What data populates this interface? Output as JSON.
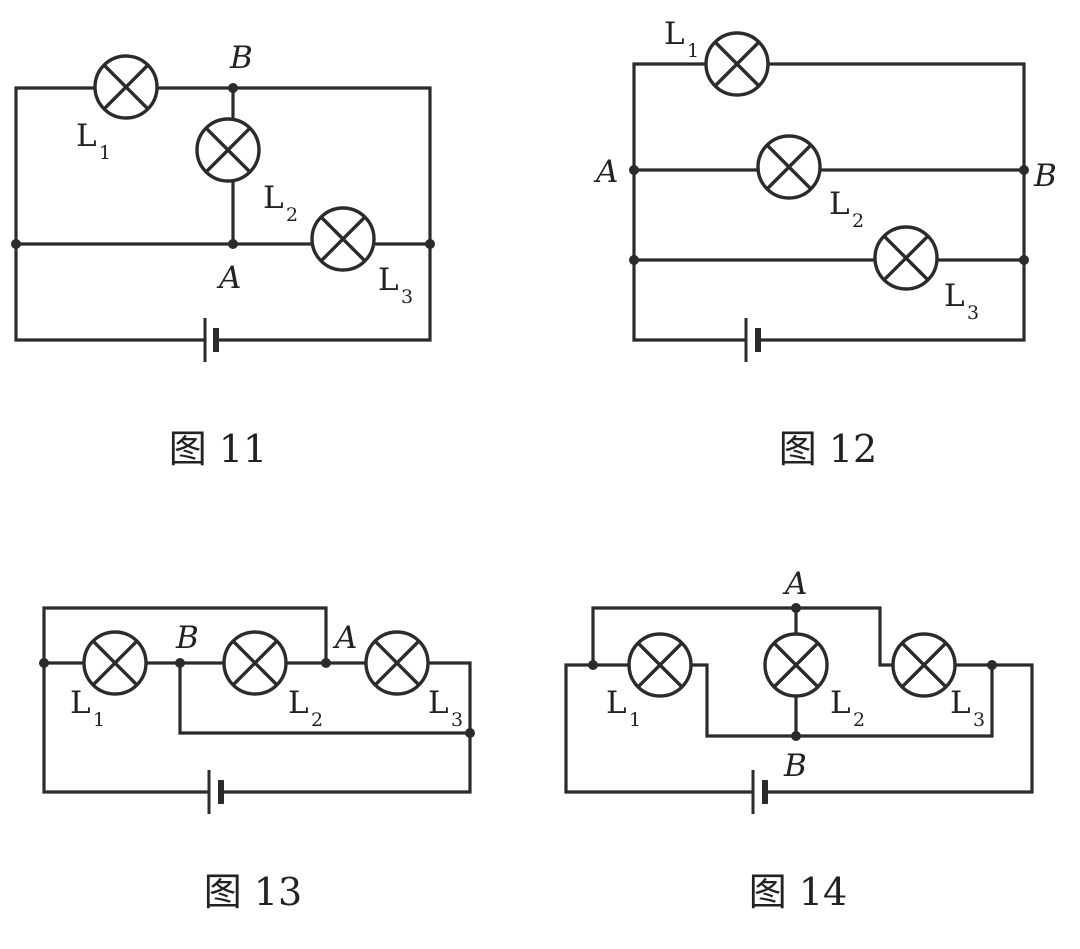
{
  "figures": [
    {
      "id": "fig11",
      "caption": "图 11",
      "lamps": [
        {
          "letter": "L",
          "sub": "1"
        },
        {
          "letter": "L",
          "sub": "2"
        },
        {
          "letter": "L",
          "sub": "3"
        }
      ],
      "nodes": [
        "B",
        "A"
      ]
    },
    {
      "id": "fig12",
      "caption": "图 12",
      "lamps": [
        {
          "letter": "L",
          "sub": "1"
        },
        {
          "letter": "L",
          "sub": "2"
        },
        {
          "letter": "L",
          "sub": "3"
        }
      ],
      "nodes": [
        "A",
        "B"
      ]
    },
    {
      "id": "fig13",
      "caption": "图 13",
      "lamps": [
        {
          "letter": "L",
          "sub": "1"
        },
        {
          "letter": "L",
          "sub": "2"
        },
        {
          "letter": "L",
          "sub": "3"
        }
      ],
      "nodes": [
        "B",
        "A"
      ]
    },
    {
      "id": "fig14",
      "caption": "图 14",
      "lamps": [
        {
          "letter": "L",
          "sub": "1"
        },
        {
          "letter": "L",
          "sub": "2"
        },
        {
          "letter": "L",
          "sub": "3"
        }
      ],
      "nodes": [
        "A",
        "B"
      ]
    }
  ]
}
